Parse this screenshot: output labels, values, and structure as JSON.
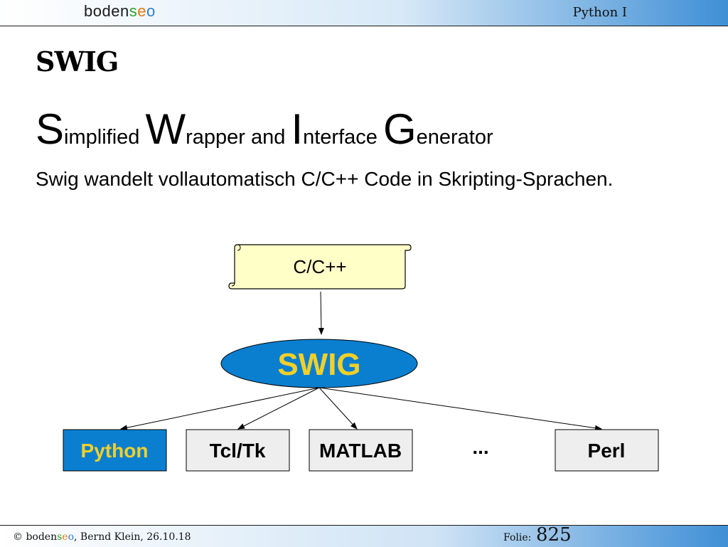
{
  "header": {
    "logo_prefix": "boden",
    "logo_s": "s",
    "logo_e": "e",
    "logo_o": "o",
    "title": "Python I"
  },
  "slide": {
    "heading": "SWIG",
    "acronym": [
      {
        "initial": "S",
        "rest": "implified "
      },
      {
        "initial": "W",
        "rest": "rapper and "
      },
      {
        "initial": "I",
        "rest": "nterface "
      },
      {
        "initial": "G",
        "rest": "enerator"
      }
    ],
    "subtitle": "Swig wandelt vollautomatisch C/C++ Code in  Skripting-Sprachen."
  },
  "diagram": {
    "source_label": "C/C++",
    "center_label": "SWIG",
    "targets": [
      "Python",
      "Tcl/Tk",
      "MATLAB",
      "...",
      "Perl"
    ],
    "colors": {
      "ellipse": "#0a7fd0",
      "center_text": "#f2d028",
      "highlight_box": "#0a7fd0",
      "highlight_text": "#f2d028",
      "scroll_fill": "#ffffc8",
      "box_fill": "#eeeeee"
    }
  },
  "footer": {
    "copyright_prefix": "© boden",
    "logo_s": "s",
    "logo_e": "e",
    "logo_o": "o",
    "author_date": ", Bernd Klein, 26.10.18",
    "folie_label": "Folie:",
    "folie_number": "825"
  }
}
